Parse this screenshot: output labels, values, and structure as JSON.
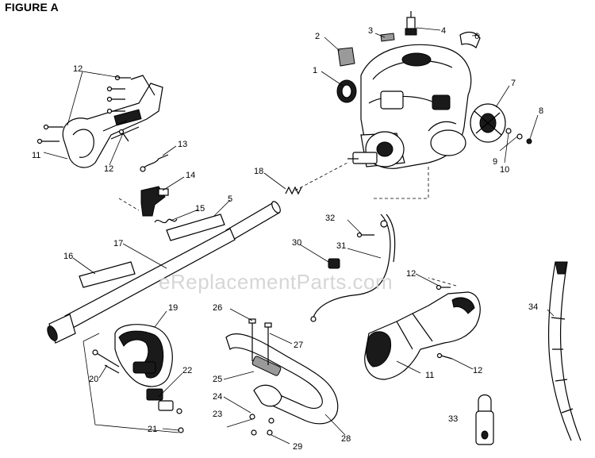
{
  "figure": {
    "title": "FIGURE A"
  },
  "watermark": "eReplacementParts.com",
  "callouts": {
    "c1": "1",
    "c2": "2",
    "c3": "3",
    "c4": "4",
    "c5": "5",
    "c6": "6",
    "c7": "7",
    "c8": "8",
    "c9": "9",
    "c10": "10",
    "c11a": "11",
    "c11b": "11",
    "c12a": "12",
    "c12b": "12",
    "c12c": "12",
    "c12d": "12",
    "c13": "13",
    "c14": "14",
    "c15": "15",
    "c16": "16",
    "c17": "17",
    "c18": "18",
    "c19": "19",
    "c20": "20",
    "c21": "21",
    "c22": "22",
    "c23": "23",
    "c24": "24",
    "c25": "25",
    "c26": "26",
    "c27": "27",
    "c28": "28",
    "c29": "29",
    "c30": "30",
    "c31": "31",
    "c32": "32",
    "c33": "33",
    "c34": "34"
  }
}
